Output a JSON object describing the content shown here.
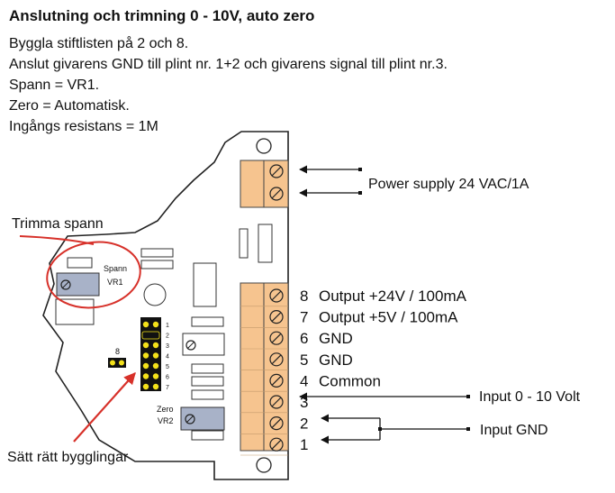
{
  "title": "Anslutning och trimning 0 - 10V, auto zero",
  "instructions": [
    "Byggla stiftlisten på 2 och 8.",
    "Anslut givarens GND till plint nr. 1+2 och givarens signal till plint nr.3.",
    "Spann = VR1.",
    "Zero = Automatisk.",
    "Ingångs resistans = 1M"
  ],
  "labels": {
    "power_supply": "Power supply 24 VAC/1A",
    "trimma_spann": "Trimma spann",
    "spann": "Spann",
    "vr1": "VR1",
    "zero": "Zero",
    "vr2": "VR2",
    "jumper_8": "8",
    "satt_ratt": "Sätt rätt bygglingar",
    "input_volt": "Input 0 - 10 Volt",
    "input_gnd": "Input GND"
  },
  "terminals": [
    {
      "num": "8",
      "label": "Output +24V / 100mA"
    },
    {
      "num": "7",
      "label": "Output +5V / 100mA"
    },
    {
      "num": "6",
      "label": "GND"
    },
    {
      "num": "5",
      "label": "GND"
    },
    {
      "num": "4",
      "label": "Common"
    },
    {
      "num": "3",
      "label": ""
    },
    {
      "num": "2",
      "label": ""
    },
    {
      "num": "1",
      "label": ""
    }
  ],
  "jumper_pins": [
    "1",
    "2",
    "3",
    "4",
    "5",
    "6",
    "7"
  ],
  "colors": {
    "terminal": "#f6c48f",
    "annotation_red": "#d7312a",
    "jumper_pin": "#f4e21a"
  }
}
